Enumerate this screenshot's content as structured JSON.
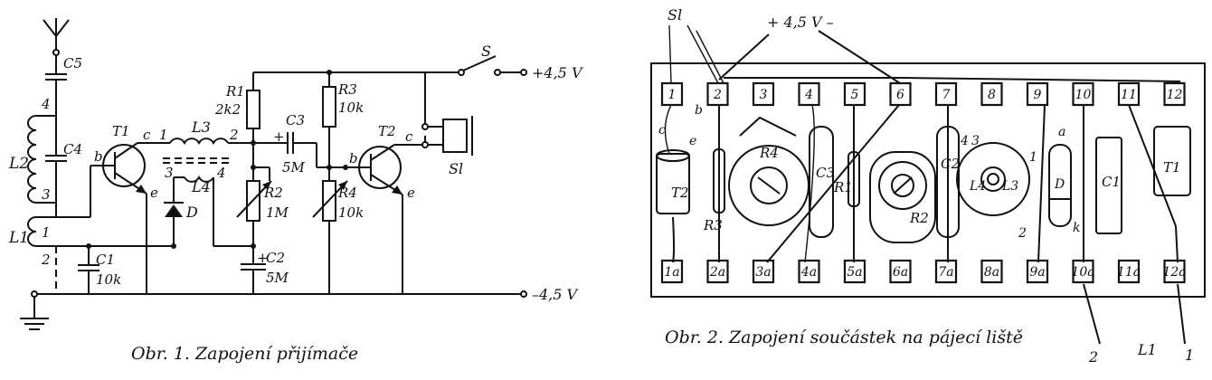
{
  "figure1": {
    "caption": "Obr. 1. Zapojení přijímače",
    "labels": {
      "c5": "C5",
      "c4": "C4",
      "l2": "L2",
      "l1": "L1",
      "c1": "C1",
      "c1_val": "10k",
      "tap4": "4",
      "tap3": "3",
      "tap1": "1",
      "tap2": "2",
      "t1": "T1",
      "t1_b": "b",
      "t1_c": "c",
      "t1_e": "e",
      "l3": "L3",
      "l3_1": "1",
      "l3_2": "2",
      "l4": "L4",
      "l4_3": "3",
      "l4_4": "4",
      "d": "D",
      "r1": "R1",
      "r1_val": "2k2",
      "r2": "R2",
      "r2_val": "1M",
      "c2": "C2",
      "c2_val": "5M",
      "c2_plus": "+",
      "c3": "C3",
      "c3_val": "5M",
      "c3_plus": "+",
      "r3": "R3",
      "r3_val": "10k",
      "r4": "R4",
      "r4_val": "10k",
      "t2": "T2",
      "t2_b": "b",
      "t2_c": "c",
      "t2_e": "e",
      "s": "S",
      "sl": "Sl",
      "vplus": "+4,5 V",
      "vminus": "–4,5 V"
    }
  },
  "figure2": {
    "caption": "Obr. 2. Zapojení součástek na pájecí liště",
    "top_pads": [
      "1",
      "2",
      "3",
      "4",
      "5",
      "6",
      "7",
      "8",
      "9",
      "10",
      "11",
      "12"
    ],
    "bottom_pads": [
      "1a",
      "2a",
      "3a",
      "4a",
      "5a",
      "6a",
      "7a",
      "8a",
      "9a",
      "10a",
      "11a",
      "12a"
    ],
    "labels": {
      "sl": "Sl",
      "supply": "+ 4,5 V –",
      "r4": "R4",
      "r3": "R3",
      "r1": "R1",
      "r2": "R2",
      "c3": "C3",
      "c2": "C2",
      "c1": "C1",
      "t1": "T1",
      "t2": "T2",
      "l3": "L3",
      "l4": "L4",
      "d": "D",
      "k": "k",
      "a": "a",
      "b": "b",
      "c": "c",
      "e": "e",
      "n4": "4",
      "n3": "3",
      "n1": "1",
      "n2": "2",
      "l1": "L1",
      "w2": "2",
      "w1": "1"
    }
  }
}
